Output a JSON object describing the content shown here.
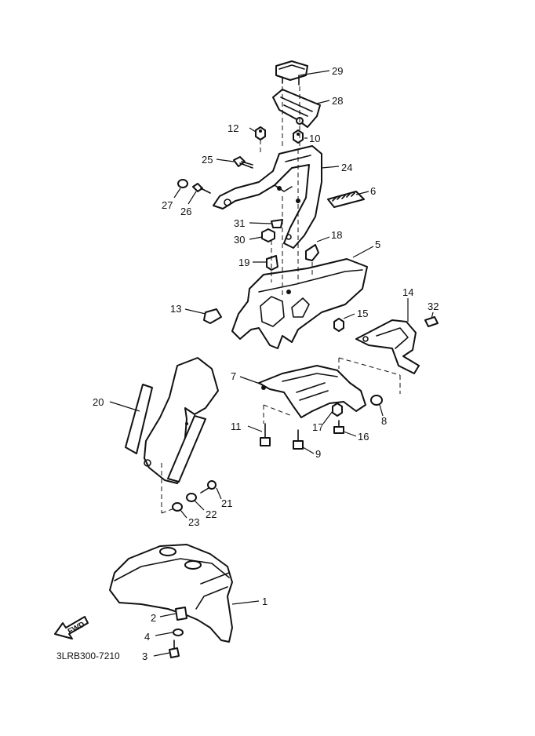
{
  "diagram_code": "3LRB300-7210",
  "fwd_label": "FWD",
  "callouts": [
    {
      "id": "1",
      "label": "1"
    },
    {
      "id": "2",
      "label": "2"
    },
    {
      "id": "3",
      "label": "3"
    },
    {
      "id": "4",
      "label": "4"
    },
    {
      "id": "5",
      "label": "5"
    },
    {
      "id": "6",
      "label": "6"
    },
    {
      "id": "7",
      "label": "7"
    },
    {
      "id": "8",
      "label": "8"
    },
    {
      "id": "9",
      "label": "9"
    },
    {
      "id": "10",
      "label": "10"
    },
    {
      "id": "11",
      "label": "11"
    },
    {
      "id": "12",
      "label": "12"
    },
    {
      "id": "13",
      "label": "13"
    },
    {
      "id": "14",
      "label": "14"
    },
    {
      "id": "15",
      "label": "15"
    },
    {
      "id": "16",
      "label": "16"
    },
    {
      "id": "17",
      "label": "17"
    },
    {
      "id": "18",
      "label": "18"
    },
    {
      "id": "19",
      "label": "19"
    },
    {
      "id": "20",
      "label": "20"
    },
    {
      "id": "21",
      "label": "21"
    },
    {
      "id": "22",
      "label": "22"
    },
    {
      "id": "23",
      "label": "23"
    },
    {
      "id": "24",
      "label": "24"
    },
    {
      "id": "25",
      "label": "25"
    },
    {
      "id": "26",
      "label": "26"
    },
    {
      "id": "27",
      "label": "27"
    },
    {
      "id": "28",
      "label": "28"
    },
    {
      "id": "29",
      "label": "29"
    },
    {
      "id": "30",
      "label": "30"
    },
    {
      "id": "31",
      "label": "31"
    },
    {
      "id": "32",
      "label": "32"
    }
  ]
}
